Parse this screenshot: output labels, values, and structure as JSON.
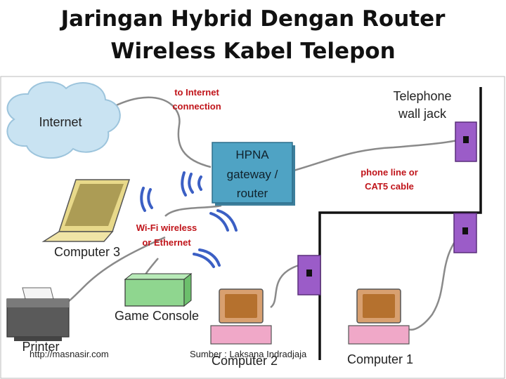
{
  "title": {
    "line1": "Jaringan Hybrid Dengan Router",
    "line2": "Wireless Kabel Telepon"
  },
  "diagram": {
    "internet_label": "Internet",
    "internet_connection_label": [
      "to Internet",
      "connection"
    ],
    "gateway_label": [
      "HPNA",
      "gateway /",
      "router"
    ],
    "phone_jack_label": [
      "Telephone",
      "wall jack"
    ],
    "phone_line_label": [
      "phone line or",
      "CAT5 cable"
    ],
    "wireless_label": [
      "Wi-Fi wireless",
      "or Ethernet"
    ],
    "computer3_label": "Computer 3",
    "game_console_label": "Game Console",
    "printer_label": "Printer",
    "computer2_label": "Computer 2",
    "computer1_label": "Computer 1"
  },
  "footer": {
    "source_url": "http://masnasir.com",
    "credit": "Sumber : Laksana Indradjaja"
  },
  "colors": {
    "annotation": "#c0141a",
    "gateway_fill": "#4fa3c4",
    "jack_fill": "#9b5cc8",
    "cloud_fill": "#c9e3f2",
    "console_fill": "#8fd68f",
    "laptop_fill": "#e8d98a",
    "monitor_fill": "#d8a070",
    "base_fill": "#f0a8c8",
    "cable": "#8a8a8a",
    "wifi": "#3b5fc4"
  }
}
